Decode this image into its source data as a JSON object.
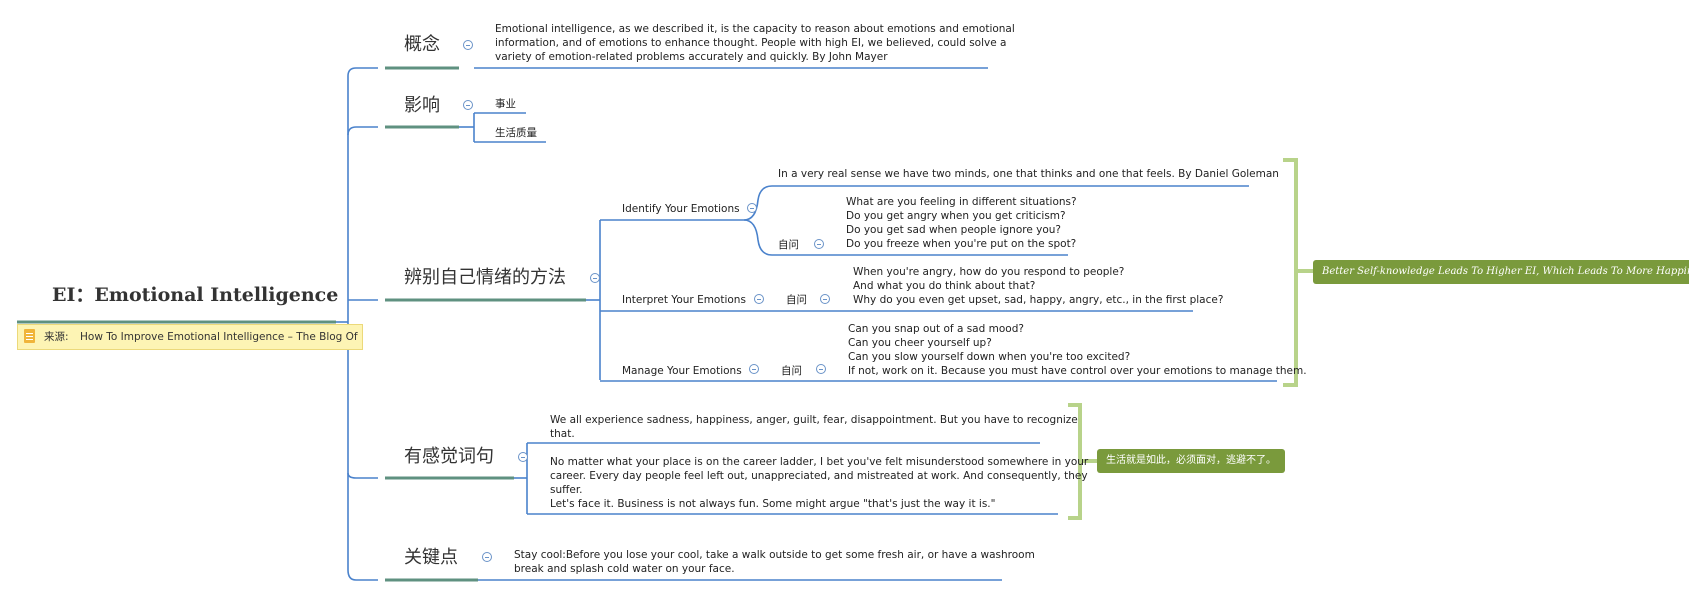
{
  "root": {
    "title": "EI：Emotional Intelligence",
    "source_label": "来源:",
    "source_value": "How To Improve Emotional Intelligence – The Blog Of Da..."
  },
  "branches": {
    "concept": {
      "label": "概念",
      "text": "Emotional intelligence, as we described it, is the capacity to reason about emotions and emotional\ninformation, and of emotions to enhance thought. People with high EI, we believed, could solve a\nvariety of emotion-related problems accurately and quickly. By John Mayer"
    },
    "influence": {
      "label": "影响",
      "items": [
        "事业",
        "生活质量"
      ]
    },
    "methods": {
      "label": "辨别自己情绪的方法",
      "identify": {
        "label": "Identify Your Emotions",
        "quote": "In a very real sense we have two minds, one that thinks and one that feels. By Daniel Goleman",
        "ask_label": "自问",
        "questions": "What are you feeling in different situations?\nDo you get angry when you get criticism?\nDo you get sad when people ignore you?\nDo you freeze when you're put on the spot?"
      },
      "interpret": {
        "label": "Interpret Your Emotions",
        "ask_label": "自问",
        "questions": "When you're angry, how do you respond to people?\nAnd what you do think about that?\nWhy do you even get upset, sad, happy, angry, etc., in the first place?"
      },
      "manage": {
        "label": "Manage Your Emotions",
        "ask_label": "自问",
        "questions": "Can you snap out of a sad mood?\nCan you cheer yourself up?\nCan you slow yourself down when you're too excited?\nIf not, work on it. Because you must have control over your emotions to manage them."
      },
      "summary": "Better Self-knowledge Leads To Higher EI, Which Leads To More Happiness"
    },
    "phrases": {
      "label": "有感觉词句",
      "text1": "We all experience sadness, happiness, anger, guilt, fear, disappointment. But you have to recognize\nthat.",
      "text2": "No matter what your place is on the career ladder, I bet you've felt misunderstood somewhere in your\ncareer. Every day people feel left out, unappreciated, and mistreated at work. And consequently, they\nsuffer.\nLet's face it. Business is not always fun. Some might argue \"that's just the way it is.\"",
      "summary": "生活就是如此，必须面对，逃避不了。"
    },
    "keypoints": {
      "label": "关键点",
      "text": "Stay cool:Before you lose your cool, take a walk outside to get some fresh air, or have a washroom\nbreak and splash cold water on your face."
    }
  },
  "colors": {
    "connector": "#4a82cc",
    "branch_underline": "#5f9180",
    "bracket": "#b8d38a",
    "summary_bg": "#7a9a3c",
    "source_bg": "#fdf4b4"
  }
}
